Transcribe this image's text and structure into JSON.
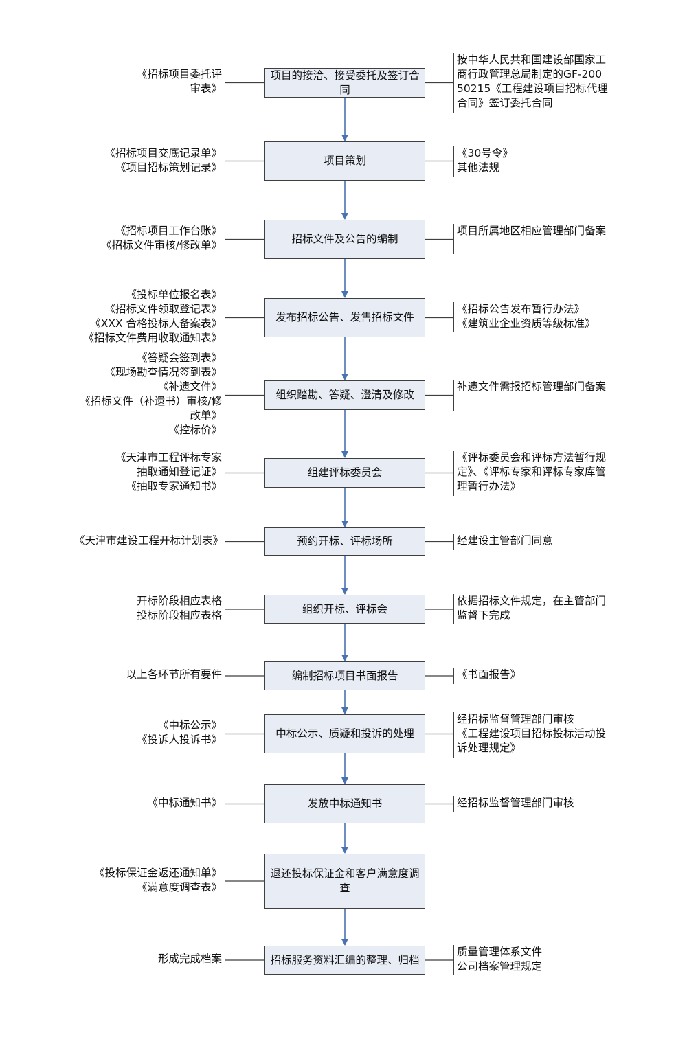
{
  "steps": [
    {
      "label": "项目的接洽、接受委托及签订合同",
      "left": [
        "《招标项目委托评审表》"
      ],
      "right": [
        "按中华人民共和国建设部国家工商行政管理总局制定的GF-20050215《工程建设项目招标代理合同》签订委托合同"
      ]
    },
    {
      "label": "项目策划",
      "left": [
        "《招标项目交底记录单》",
        "《项目招标策划记录》"
      ],
      "right": [
        "《30号令》",
        "其他法规"
      ]
    },
    {
      "label": "招标文件及公告的编制",
      "left": [
        "《招标项目工作台账》",
        "《招标文件审核/修改单》"
      ],
      "right": [
        "项目所属地区相应管理部门备案"
      ]
    },
    {
      "label": "发布招标公告、发售招标文件",
      "left": [
        "《投标单位报名表》",
        "《招标文件领取登记表》",
        "《XXX 合格投标人备案表》",
        "《招标文件费用收取通知表》"
      ],
      "right": [
        "《招标公告发布暂行办法》",
        "《建筑业企业资质等级标准》"
      ]
    },
    {
      "label": "组织踏勘、答疑、澄清及修改",
      "left": [
        "《答疑会签到表》",
        "《现场勘查情况签到表》",
        "《补遗文件》",
        "《招标文件（补遗书）审核/修改单》",
        "《控标价》"
      ],
      "right": [
        "补遗文件需报招标管理部门备案"
      ]
    },
    {
      "label": "组建评标委员会",
      "left": [
        "《天津市工程评标专家抽取通知登记证》",
        "《抽取专家通知书》"
      ],
      "right": [
        "《评标委员会和评标方法暂行规定》、《评标专家和评标专家库管理暂行办法》"
      ]
    },
    {
      "label": "预约开标、评标场所",
      "left": [
        "《天津市建设工程开标计划表》"
      ],
      "right": [
        "经建设主管部门同意"
      ]
    },
    {
      "label": "组织开标、评标会",
      "left": [
        "开标阶段相应表格",
        "投标阶段相应表格"
      ],
      "right": [
        "依据招标文件规定，在主管部门监督下完成"
      ]
    },
    {
      "label": "编制招标项目书面报告",
      "left": [
        "以上各环节所有要件"
      ],
      "right": [
        "《书面报告》"
      ]
    },
    {
      "label": "中标公示、质疑和投诉的处理",
      "left": [
        "《中标公示》",
        "《投诉人投诉书》"
      ],
      "right": [
        "经招标监督管理部门审核",
        "《工程建设项目招标投标活动投诉处理规定》"
      ]
    },
    {
      "label": "发放中标通知书",
      "left": [
        "《中标通知书》"
      ],
      "right": [
        "经招标监督管理部门审核"
      ]
    },
    {
      "label": "退还投标保证金和客户满意度调查",
      "left": [
        "《投标保证金返还通知单》",
        "《满意度调查表》"
      ],
      "right": []
    },
    {
      "label": "招标服务资料汇编的整理、归档",
      "left": [
        "形成完成档案"
      ],
      "right": [
        "质量管理体系文件",
        "公司档案管理规定"
      ]
    }
  ]
}
